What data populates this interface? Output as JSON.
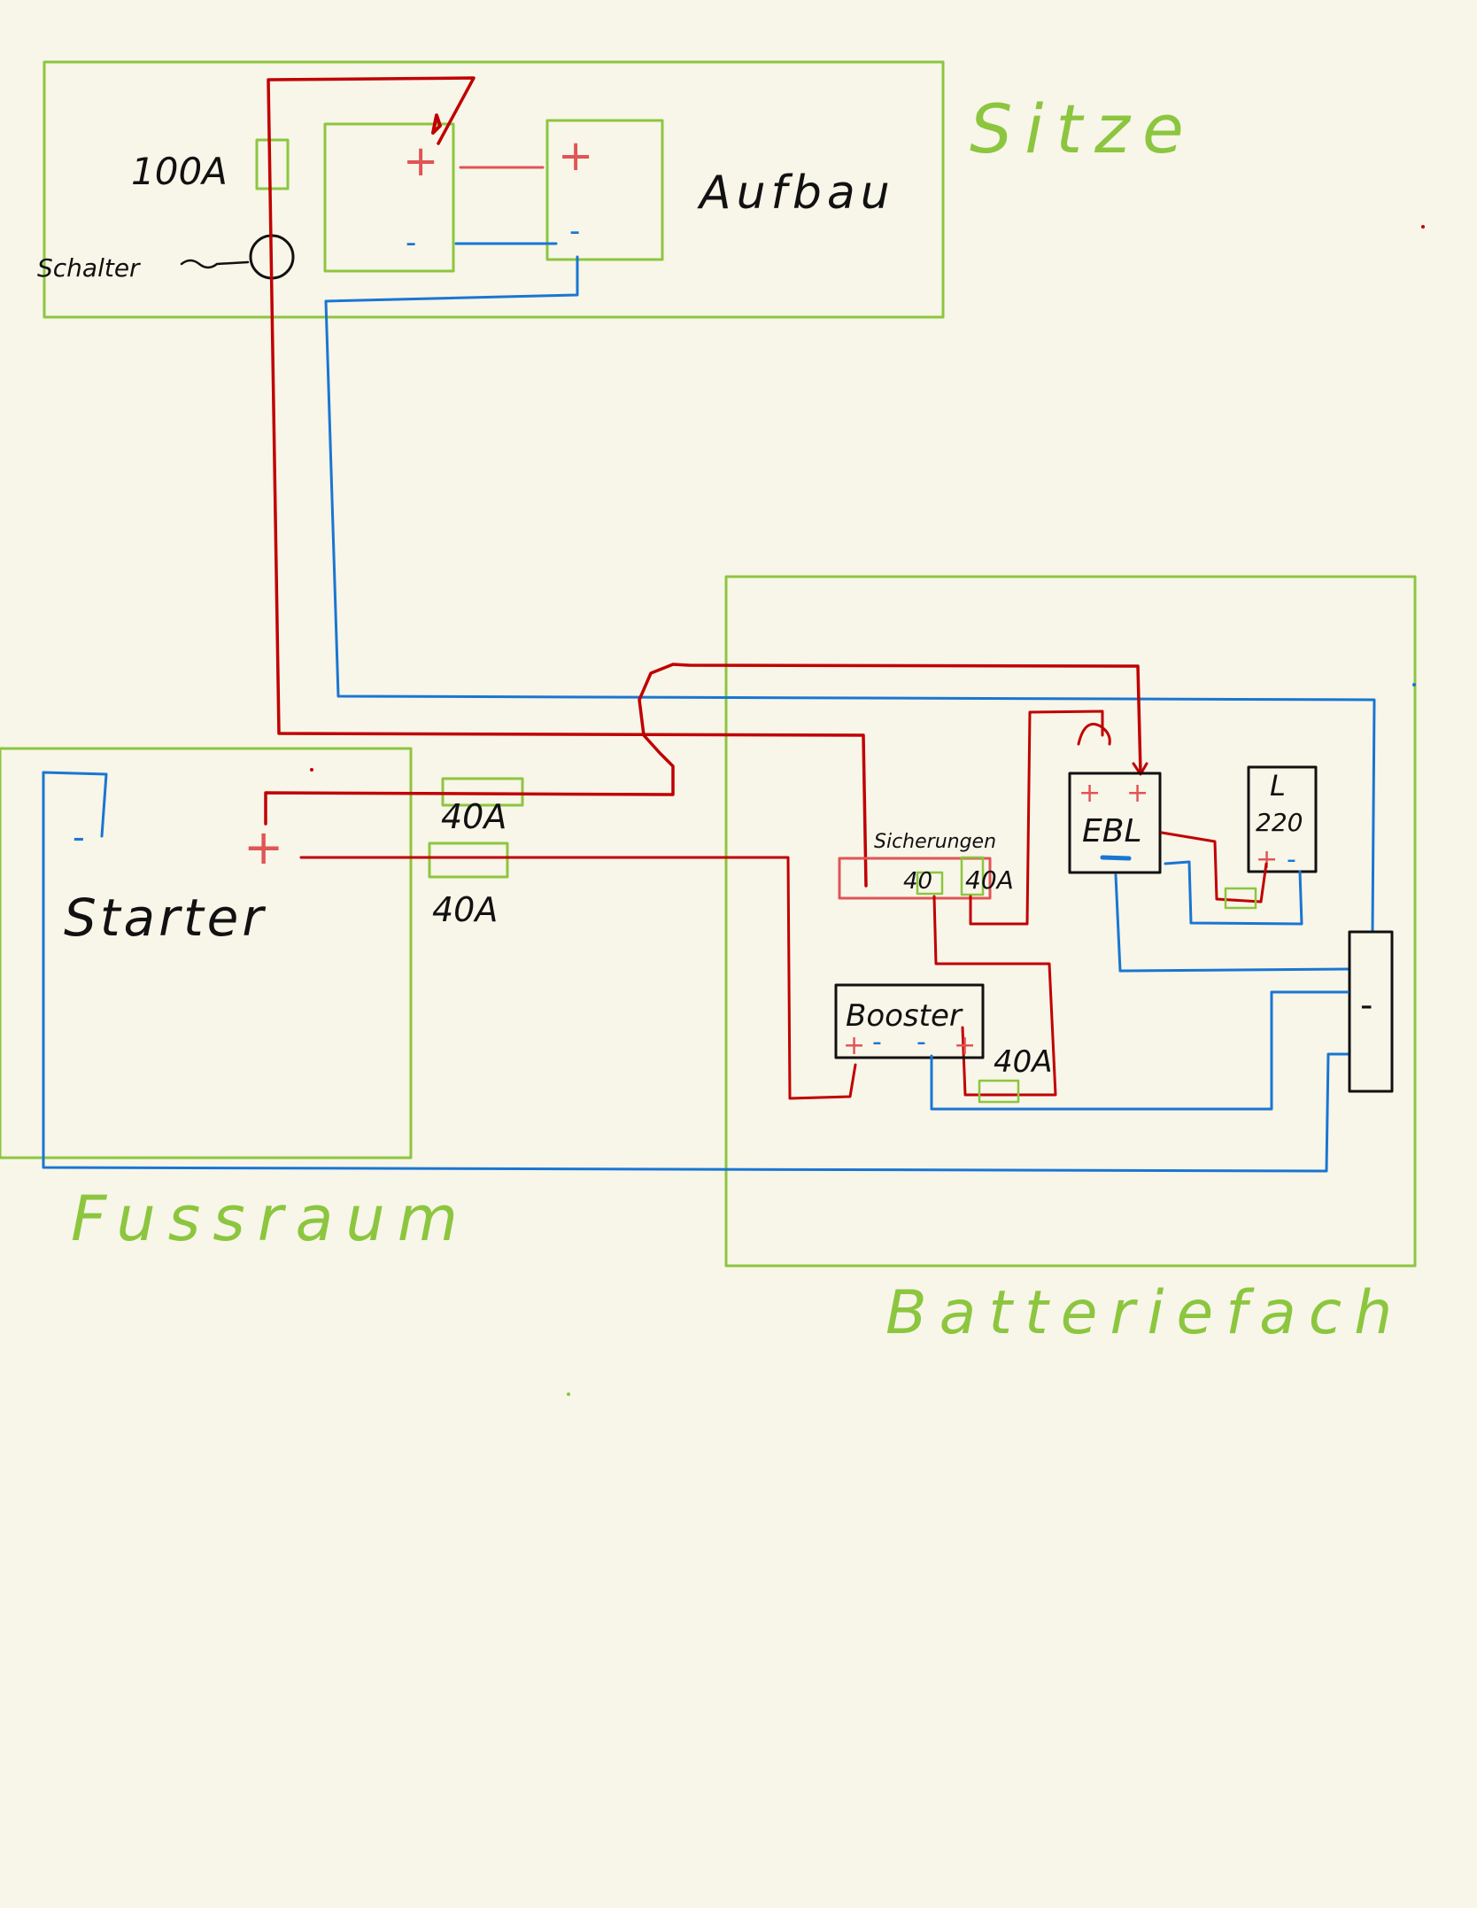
{
  "colors": {
    "background": "#f8f5e9",
    "area": "#8cc63f",
    "positive": "#c00000",
    "positive_light": "#e05555",
    "negative": "#1976d2",
    "ink": "#111111"
  },
  "areas": {
    "sitze": "Sitze",
    "fussraum": "Fussraum",
    "batteriefach": "Batteriefach"
  },
  "labels": {
    "aufbau": "Aufbau",
    "fuse_100": "100A",
    "schalter": "Schalter",
    "starter": "Starter",
    "fuse_40_upper": "40A",
    "fuse_40_lower": "40A",
    "sicherungen": "Sicherungen",
    "fuse_40_a": "40",
    "fuse_40_b": "40A",
    "ebl": "EBL",
    "l_box_top": "L",
    "l_box_value": "220",
    "booster": "Booster",
    "fuse_40_booster": "40A",
    "minus_bar": "-"
  },
  "terminals": {
    "plus": "+",
    "minus": "-"
  },
  "icons": [
    "switch-symbol-icon"
  ]
}
